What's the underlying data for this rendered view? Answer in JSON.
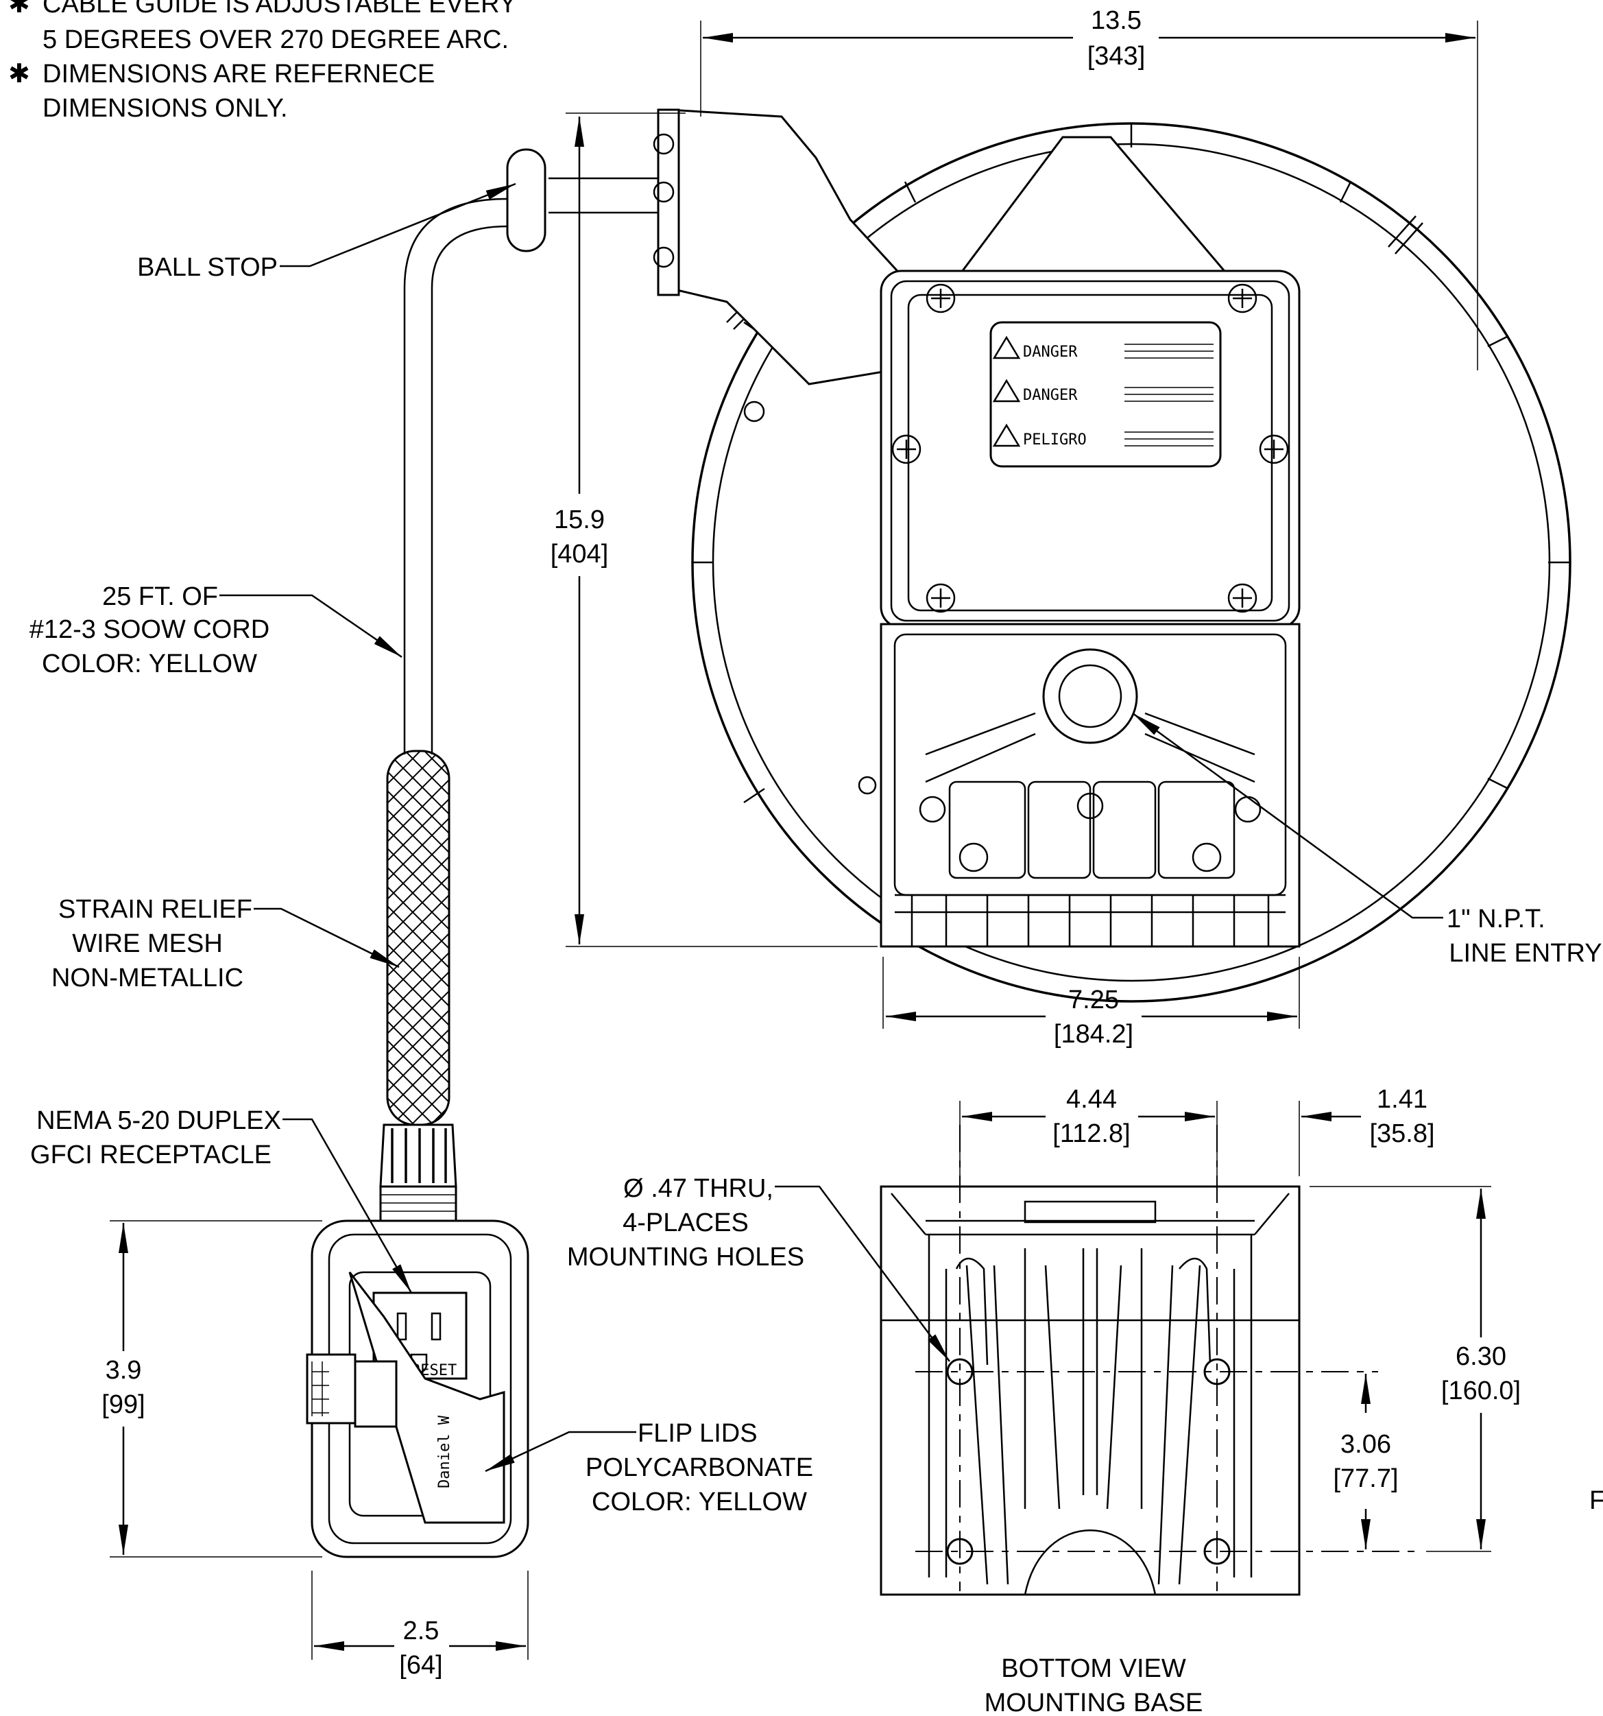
{
  "notes": {
    "star_glyph": "✱",
    "note1_line1": "CABLE GUIDE IS ADJUSTABLE EVERY",
    "note1_line2": "5 DEGREES OVER 270 DEGREE ARC.",
    "note2_line1": "DIMENSIONS ARE REFERNECE",
    "note2_line2": "DIMENSIONS ONLY."
  },
  "callouts": {
    "ball_stop": "BALL STOP",
    "cord_line1": "25 FT. OF",
    "cord_line2": "#12-3 SOOW CORD",
    "cord_line3": "COLOR: YELLOW",
    "strain_line1": "STRAIN RELIEF",
    "strain_line2": "WIRE MESH",
    "strain_line3": "NON-METALLIC",
    "nema_line1": "NEMA 5-20 DUPLEX",
    "nema_line2": "GFCI RECEPTACLE",
    "holes_line1": "Ø .47 THRU,",
    "holes_line2": "4-PLACES",
    "holes_line3": "MOUNTING HOLES",
    "flip_line1": "FLIP LIDS",
    "flip_line2": "POLYCARBONATE",
    "flip_line3": "COLOR: YELLOW",
    "npt_line1": "1\" N.P.T.",
    "npt_line2": "LINE ENTRY",
    "bottom_line1": "BOTTOM VIEW",
    "bottom_line2": "MOUNTING BASE",
    "edge_fragment": "F"
  },
  "dimensions": {
    "width_in": "13.5",
    "width_mm": "[343]",
    "height_in": "15.9",
    "height_mm": "[404]",
    "base_w_in": "7.25",
    "base_w_mm": "[184.2]",
    "hole_span_in": "4.44",
    "hole_span_mm": "[112.8]",
    "offset_in": "1.41",
    "offset_mm": "[35.8]",
    "base_depth_in": "6.30",
    "base_depth_mm": "[160.0]",
    "hole_pitch_in": "3.06",
    "hole_pitch_mm": "[77.7]",
    "box_h_in": "3.9",
    "box_h_mm": "[99]",
    "box_w_in": "2.5",
    "box_w_mm": "[64]"
  },
  "warning_label": {
    "row1": "DANGER",
    "row2": "DANGER",
    "row3": "PELIGRO"
  },
  "receptacle": {
    "reset": "RESET",
    "brand": "Daniel W"
  }
}
